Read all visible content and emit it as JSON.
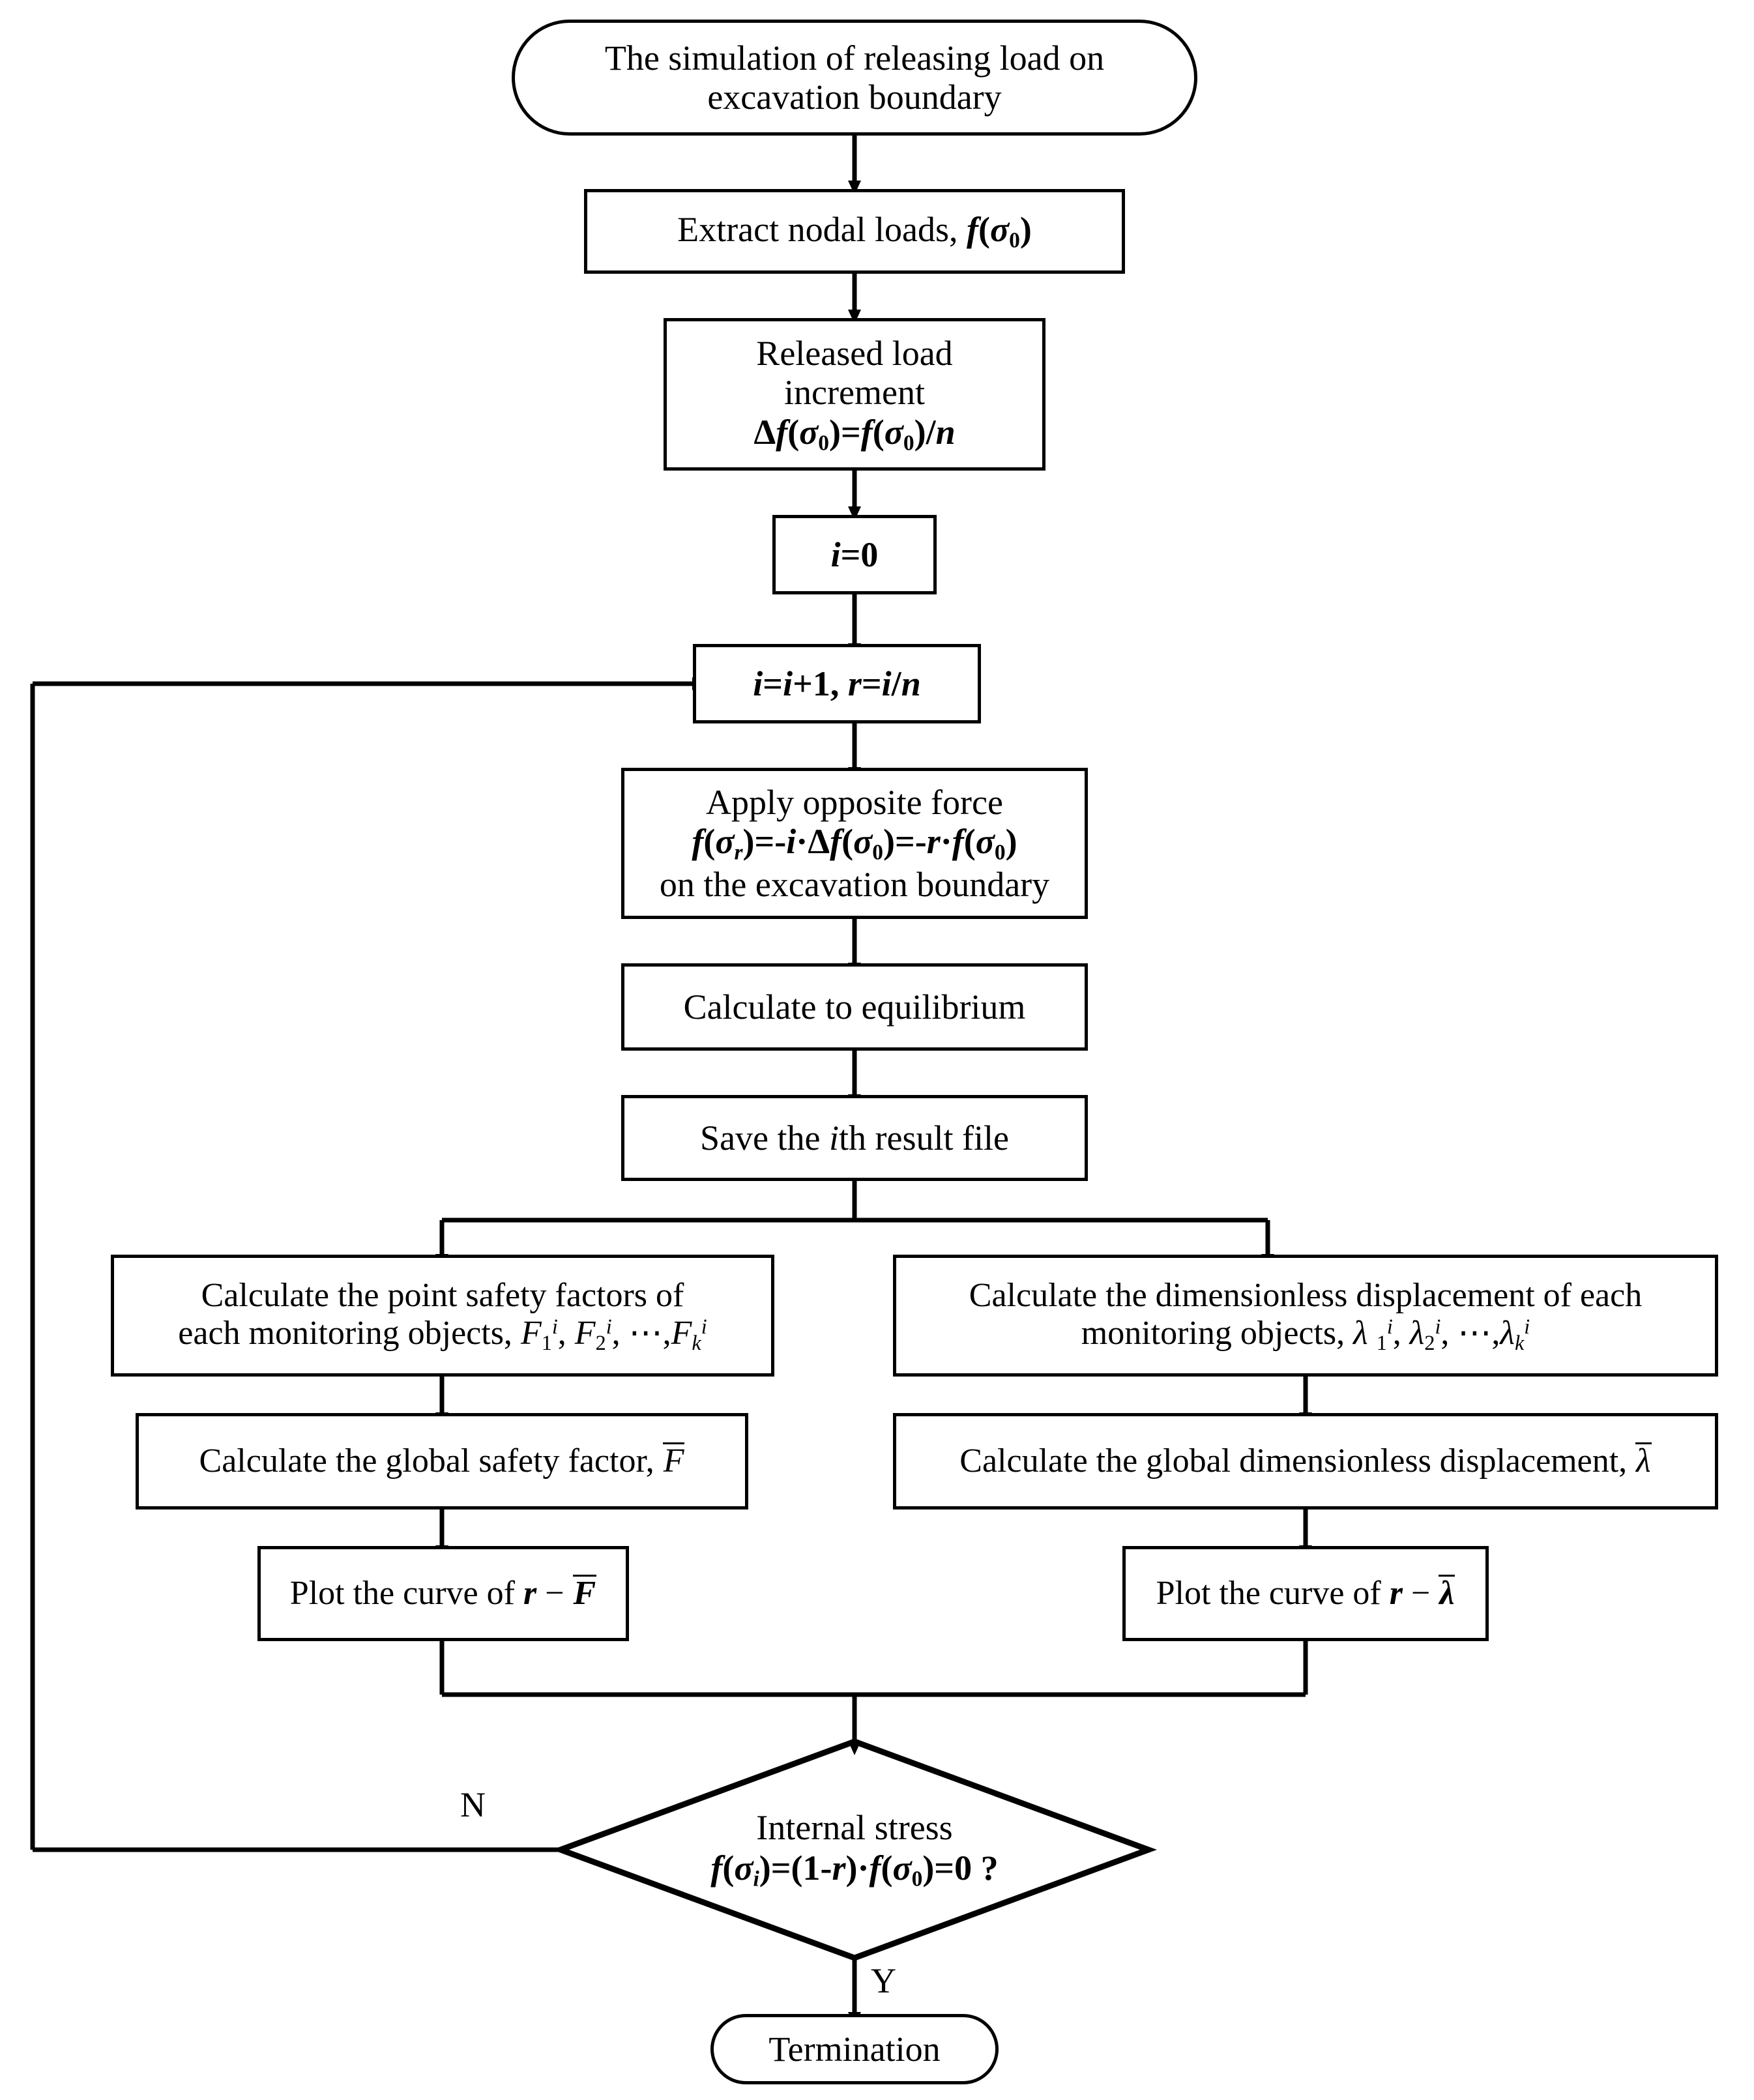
{
  "diagram": {
    "title": "The simulation of releasing load on excavation boundary",
    "type": "flowchart"
  },
  "nodes": {
    "start": {
      "shape": "terminal",
      "line1": "The simulation of releasing load on",
      "line2": "excavation boundary"
    },
    "extract": {
      "shape": "process",
      "text_plain": "Extract nodal loads, f(σ₀)",
      "prefix": "Extract nodal loads, "
    },
    "increment": {
      "shape": "process",
      "line1": "Released load",
      "line2": "increment",
      "line3_plain": "Δf(σ₀)=f(σ₀)/n"
    },
    "init": {
      "shape": "process",
      "text_plain": "i=0"
    },
    "iterate": {
      "shape": "process",
      "text_plain": "i=i+1, r=i/n"
    },
    "apply": {
      "shape": "process",
      "line1": "Apply opposite force",
      "line2_plain": "f(σr)=-i·Δf(σ₀)=-r·f(σ₀)",
      "line3": "on the excavation boundary"
    },
    "equilibrium": {
      "shape": "process",
      "text": "Calculate to equilibrium"
    },
    "save": {
      "shape": "process",
      "prefix": "Save the ",
      "italic": "i",
      "suffix": "th result file"
    },
    "point_safety": {
      "shape": "process",
      "line1": "Calculate the point safety factors of",
      "line2_prefix": "each monitoring objects, ",
      "line2_symbols_plain": "F₁ⁱ, F₂ⁱ, ⋯,Fₖⁱ"
    },
    "dimensionless": {
      "shape": "process",
      "line1": "Calculate the dimensionless displacement of each",
      "line2_prefix": "monitoring objects, ",
      "line2_symbols_plain": "λ₁ⁱ, λ₂ⁱ, ⋯,λₖⁱ"
    },
    "global_safety": {
      "shape": "process",
      "prefix": "Calculate the global safety factor, ",
      "symbol_plain": "F̄"
    },
    "global_dimensionless": {
      "shape": "process",
      "prefix": "Calculate the global dimensionless displacement, ",
      "symbol_plain": "λ̄"
    },
    "plot_rf": {
      "shape": "process",
      "prefix": "Plot the curve of ",
      "symbol_plain": "r − F̄"
    },
    "plot_rlambda": {
      "shape": "process",
      "prefix": "Plot the curve of ",
      "symbol_plain": "r − λ̄"
    },
    "decision": {
      "shape": "diamond",
      "line1": "Internal stress",
      "line2_plain": "f(σi)=(1-r)·f(σ₀)=0 ?"
    },
    "termination": {
      "shape": "terminal",
      "text": "Termination"
    }
  },
  "edge_labels": {
    "no": "N",
    "yes": "Y"
  },
  "symbols": {
    "sigma": "σ",
    "delta": "Δ",
    "lambda": "λ",
    "ellipsis": "⋯",
    "minus": "−",
    "middot": "·"
  },
  "colors": {
    "stroke": "#000000",
    "fill": "#ffffff"
  }
}
